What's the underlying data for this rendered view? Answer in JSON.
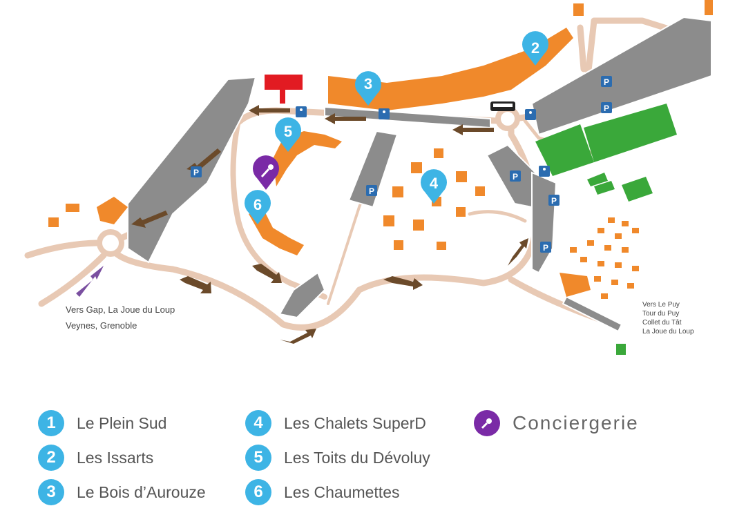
{
  "map": {
    "directions": {
      "west_line1": "Vers Gap, La Joue du Loup",
      "west_line2": "Veynes, Grenoble",
      "east": [
        "Vers Le Puy",
        "Tour du Puy",
        "Collet du Tât",
        "La Joue du Loup"
      ]
    },
    "parking_label": "P",
    "markers": [
      {
        "num": "2",
        "icon": "location-pin-icon"
      },
      {
        "num": "3",
        "icon": "location-pin-icon"
      },
      {
        "num": "4",
        "icon": "location-pin-icon"
      },
      {
        "num": "5",
        "icon": "location-pin-icon"
      },
      {
        "num": "6",
        "icon": "location-pin-icon"
      }
    ],
    "colors": {
      "road": "#e8c9b4",
      "residence": "#f0892b",
      "parking": "#8c8c8c",
      "green": "#3aa83a",
      "marker": "#3db4e5",
      "concierge": "#7a2aa6",
      "arrow": "#6b4a2a",
      "town_hall": "#e21b22"
    }
  },
  "legend": {
    "items": [
      {
        "num": "1",
        "label": "Le Plein Sud"
      },
      {
        "num": "2",
        "label": "Les Issarts"
      },
      {
        "num": "3",
        "label": "Le Bois d’Aurouze"
      },
      {
        "num": "4",
        "label": "Les Chalets SuperD"
      },
      {
        "num": "5",
        "label": "Les Toits du Dévoluy"
      },
      {
        "num": "6",
        "label": "Les Chaumettes"
      }
    ],
    "concierge": {
      "label": "Conciergerie",
      "icon": "key-icon"
    }
  }
}
